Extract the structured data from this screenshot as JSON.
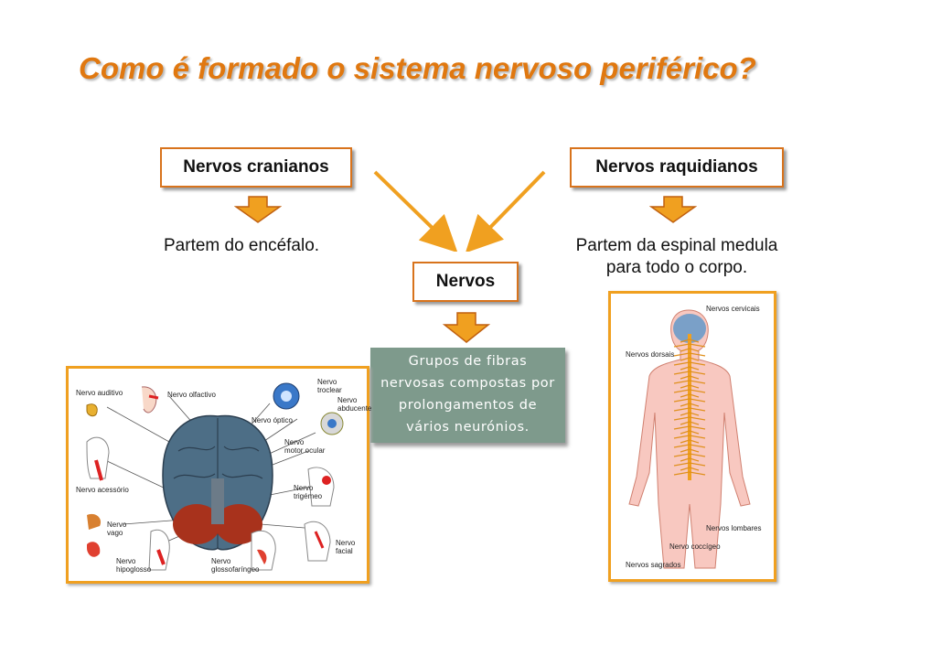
{
  "title": "Como é formado o sistema nervoso periférico?",
  "left_box": "Nervos cranianos",
  "right_box": "Nervos raquidianos",
  "left_desc": "Partem do encéfalo.",
  "right_desc": [
    "Partem da espinal medula",
    "para todo o corpo."
  ],
  "center_box": "Nervos",
  "definition": [
    "Grupos de fibras",
    "nervosas compostas por",
    "prolongamentos de",
    "vários neurónios."
  ],
  "cranial_labels": {
    "auditivo": "Nervo auditivo",
    "olfactivo": "Nervo olfactivo",
    "troclear": [
      "Nervo",
      "troclear"
    ],
    "abducente": [
      "Nervo",
      "abducente"
    ],
    "optico": "Nervo óptico",
    "motor_ocular": [
      "Nervo",
      "motor ocular"
    ],
    "acessorio": "Nervo acessório",
    "trigemeo": [
      "Nervo",
      "trigémeo"
    ],
    "vago": [
      "Nervo",
      "vago"
    ],
    "facial": [
      "Nervo",
      "facial"
    ],
    "hipoglosso": [
      "Nervo",
      "hipoglosso"
    ],
    "glossofaringeo": [
      "Nervo",
      "glossofaríngeo"
    ]
  },
  "spinal_labels": {
    "cervicais": "Nervos cervicais",
    "dorsais": "Nervos dorsais",
    "lombares": "Nervos lombares",
    "coccigeo": "Nervo coccígeo",
    "sagrados": "Nervos sagrados"
  },
  "colors": {
    "title": "#e07810",
    "box_border": "#d8731c",
    "arrow": "#f0a020",
    "definition_bg": "#7e9a8c",
    "photo_border": "#f0a020"
  }
}
